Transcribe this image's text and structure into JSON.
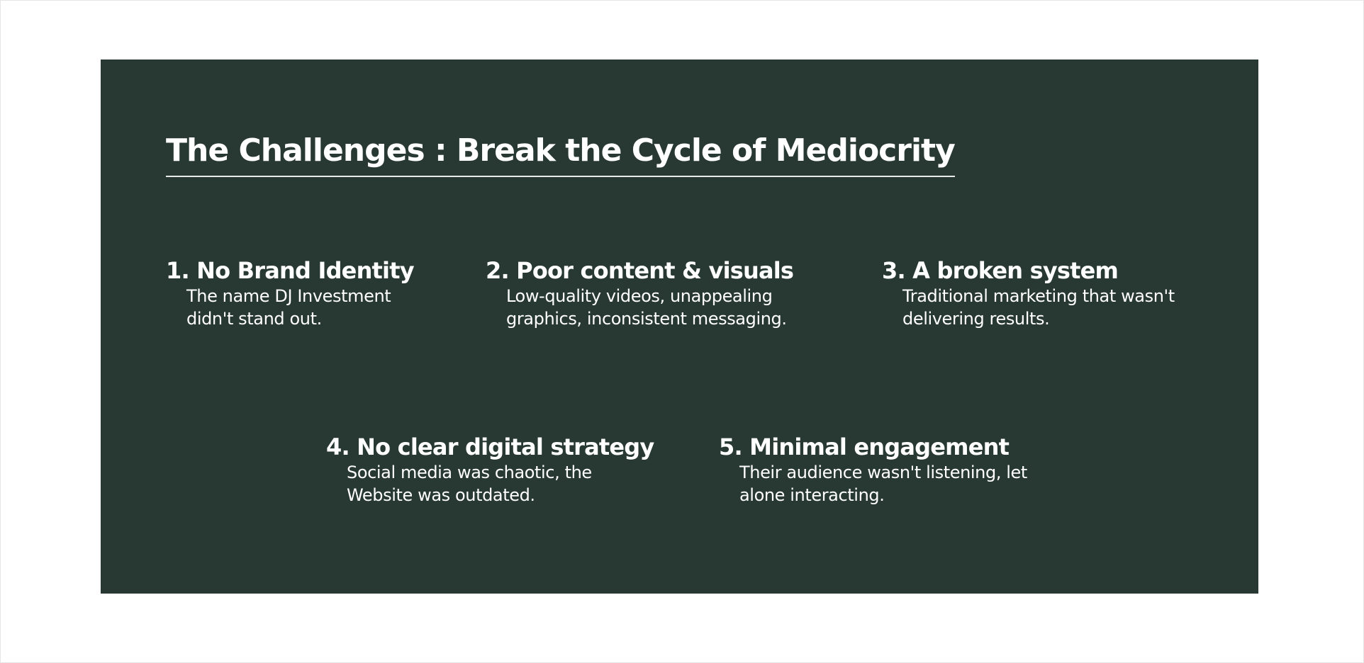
{
  "section": {
    "title": "The Challenges : Break the Cycle of Mediocrity",
    "background_color": "#283832",
    "text_color": "#ffffff"
  },
  "challenges": [
    {
      "title": "1. No Brand Identity",
      "description": "The name DJ Investment didn't stand out."
    },
    {
      "title": "2. Poor content & visuals",
      "description": "Low-quality videos, unappealing graphics, inconsistent messaging."
    },
    {
      "title": "3. A broken system",
      "description": "Traditional marketing that wasn't delivering results."
    },
    {
      "title": "4. No clear digital strategy",
      "description": "Social media was chaotic, the Website was outdated."
    },
    {
      "title": "5. Minimal engagement",
      "description": "Their audience wasn't listening, let alone interacting."
    }
  ]
}
